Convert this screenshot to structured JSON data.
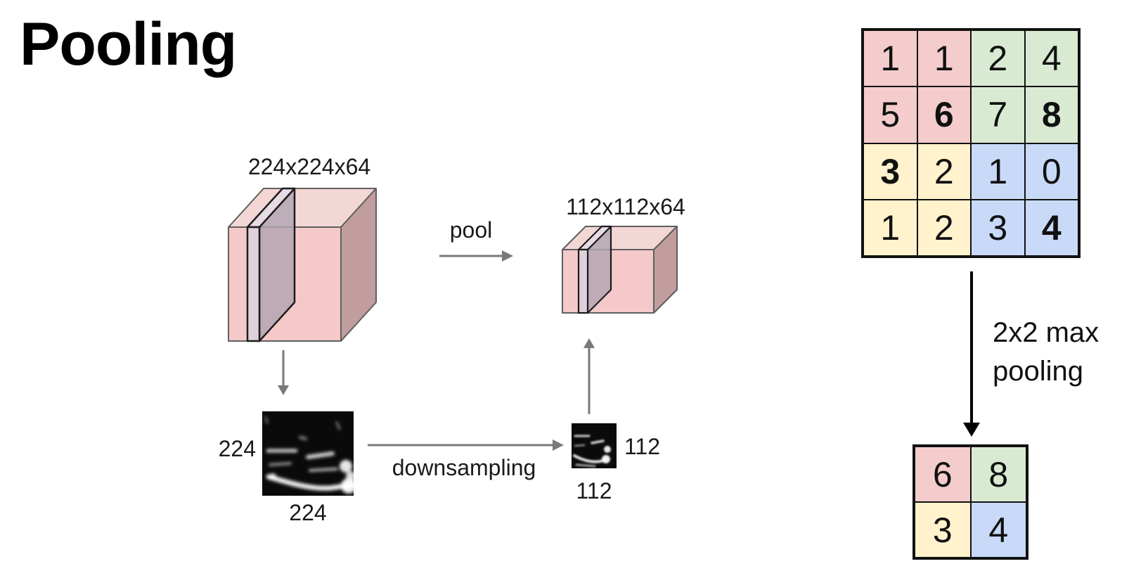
{
  "slide": {
    "title": "Pooling",
    "background_color": "#ffffff"
  },
  "volume_diagram": {
    "input_volume_label": "224x224x64",
    "output_volume_label": "112x112x64",
    "pool_arrow_label": "pool",
    "downsampling_arrow_label": "downsampling",
    "input_map": {
      "side_label": "224",
      "bottom_label": "224"
    },
    "output_map": {
      "side_label": "112",
      "bottom_label": "112"
    },
    "colors": {
      "cube_front": "#f5c9c9",
      "cube_top": "#f2d7d5",
      "cube_side": "#c29d9d",
      "slab_front": "#dcd2dc",
      "slab_side": "#b2a5b2",
      "arrow_gray": "#7a7a7a"
    }
  },
  "maxpool_example": {
    "operation_label": "2x2 max\npooling",
    "arrow_color": "#000000",
    "colors": {
      "red": "#f4cccc",
      "green": "#d9ead3",
      "yellow": "#fff2cc",
      "blue": "#c9daf8"
    },
    "input_grid": {
      "rows": 4,
      "cols": 4,
      "cells": [
        {
          "value": "1",
          "color": "red",
          "bold": false
        },
        {
          "value": "1",
          "color": "red",
          "bold": false
        },
        {
          "value": "2",
          "color": "green",
          "bold": false
        },
        {
          "value": "4",
          "color": "green",
          "bold": false
        },
        {
          "value": "5",
          "color": "red",
          "bold": false
        },
        {
          "value": "6",
          "color": "red",
          "bold": true
        },
        {
          "value": "7",
          "color": "green",
          "bold": false
        },
        {
          "value": "8",
          "color": "green",
          "bold": true
        },
        {
          "value": "3",
          "color": "yellow",
          "bold": true
        },
        {
          "value": "2",
          "color": "yellow",
          "bold": false
        },
        {
          "value": "1",
          "color": "blue",
          "bold": false
        },
        {
          "value": "0",
          "color": "blue",
          "bold": false
        },
        {
          "value": "1",
          "color": "yellow",
          "bold": false
        },
        {
          "value": "2",
          "color": "yellow",
          "bold": false
        },
        {
          "value": "3",
          "color": "blue",
          "bold": false
        },
        {
          "value": "4",
          "color": "blue",
          "bold": true
        }
      ]
    },
    "output_grid": {
      "rows": 2,
      "cols": 2,
      "cells": [
        {
          "value": "6",
          "color": "red",
          "bold": false
        },
        {
          "value": "8",
          "color": "green",
          "bold": false
        },
        {
          "value": "3",
          "color": "yellow",
          "bold": false
        },
        {
          "value": "4",
          "color": "blue",
          "bold": false
        }
      ]
    }
  }
}
